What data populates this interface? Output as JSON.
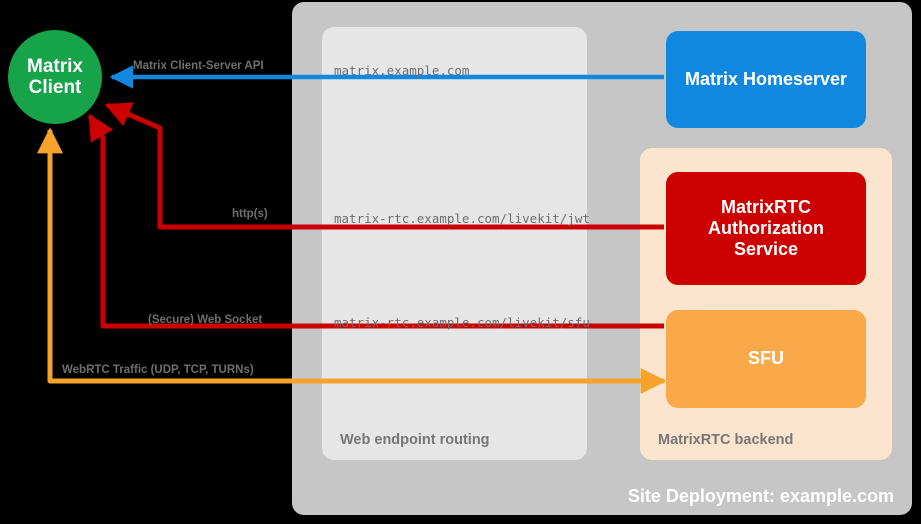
{
  "containers": {
    "site_deployment": {
      "label": "Site Deployment: example.com",
      "color": "#c6c6c6"
    },
    "web_endpoint_routing": {
      "label": "Web endpoint routing",
      "color": "#e6e6e6"
    },
    "matrixrtc_backend": {
      "label": "MatrixRTC backend",
      "color": "#fce5ce"
    }
  },
  "nodes": {
    "matrix_client": {
      "label": "Matrix\nClient",
      "line1": "Matrix",
      "line2": "Client",
      "color": "#16a34a"
    },
    "matrix_homeserver": {
      "label": "Matrix Homeserver",
      "color": "#1088e0"
    },
    "matrixrtc_auth_service": {
      "line1": "MatrixRTC",
      "line2": "Authorization",
      "line3": "Service",
      "color": "#cc0000"
    },
    "sfu": {
      "label": "SFU",
      "color": "#f9a94a"
    }
  },
  "edges": {
    "cs_api": {
      "label": "Matrix Client-Server API",
      "color": "#1088e0"
    },
    "https": {
      "label": "http(s)",
      "color": "#cc0000"
    },
    "websocket": {
      "label": "(Secure) Web Socket",
      "color": "#cc0000"
    },
    "webrtc": {
      "label": "WebRTC Traffic (UDP, TCP, TURNs)",
      "color": "#f5a32a"
    }
  },
  "endpoints": {
    "matrix": "matrix.example.com",
    "jwt": "matrix-rtc.example.com/livekit/jwt",
    "sfu": "matrix-rtc.example.com/livekit/sfu"
  }
}
